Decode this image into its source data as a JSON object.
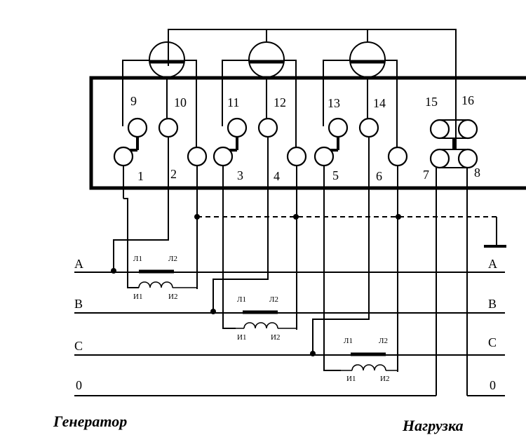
{
  "terminals": {
    "top": [
      "9",
      "10",
      "11",
      "12",
      "13",
      "14",
      "15",
      "16"
    ],
    "bottom": [
      "1",
      "2",
      "3",
      "4",
      "5",
      "6",
      "7",
      "8"
    ]
  },
  "lines": {
    "left": [
      "A",
      "B",
      "C",
      "0"
    ],
    "right": [
      "A",
      "B",
      "C",
      "0"
    ]
  },
  "ct_labels": {
    "primary_start": "Л1",
    "primary_end": "Л2",
    "secondary_start": "И1",
    "secondary_end": "И2"
  },
  "captions": {
    "generator": "Генератор",
    "load": "Нагрузка"
  }
}
